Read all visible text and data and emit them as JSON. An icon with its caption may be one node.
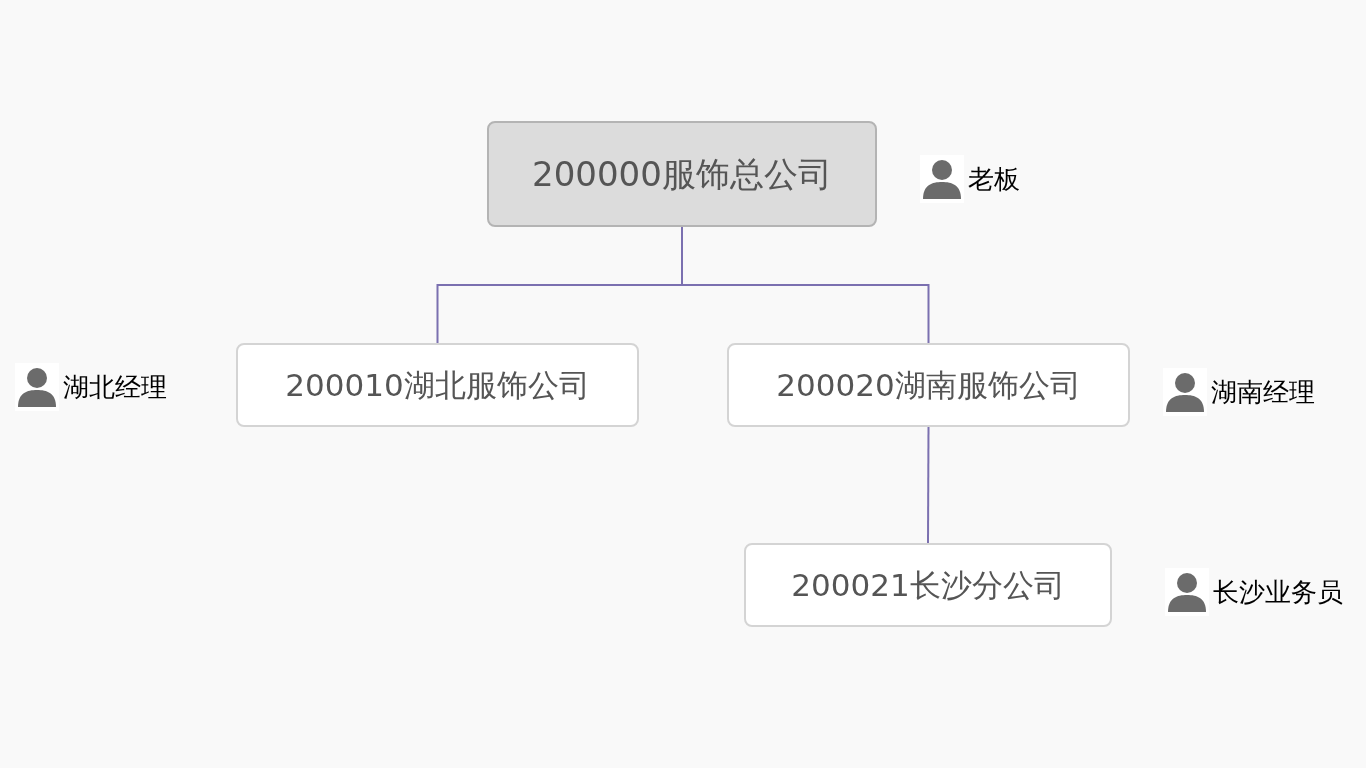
{
  "diagram": {
    "nodes": [
      {
        "text": [
          "200000服饰总公司"
        ],
        "beside": [
          "老板"
        ]
      },
      {
        "text": [
          "200010湖北服饰公司"
        ],
        "beside": [
          "湖北经理"
        ]
      },
      {
        "text": [
          "200020湖南服饰公司"
        ],
        "beside": [
          "湖南经理"
        ]
      },
      {
        "text": [
          "200021长沙分公司"
        ],
        "beside": [
          "长沙业务员"
        ]
      }
    ],
    "edges": [
      {
        "from": 0,
        "to": 1,
        "arrow": "none",
        "color": "#7b70b0"
      },
      {
        "from": 0,
        "to": 2,
        "arrow": "none",
        "color": "#7b70b0"
      },
      {
        "from": 2,
        "to": 3,
        "arrow": "none",
        "color": "#7b70b0"
      }
    ]
  }
}
